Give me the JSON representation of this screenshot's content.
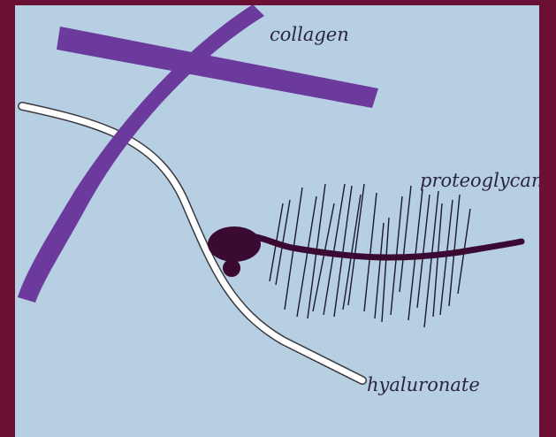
{
  "diagram": {
    "labels": {
      "collagen": "collagen",
      "proteoglycan": "proteoglycan",
      "hyaluronate": "hyaluronate"
    },
    "colors": {
      "background": "#b7cfe2",
      "border": "#6a1035",
      "collagen": "#6b3a9c",
      "proteoglycan_core": "#3a0a32",
      "hyaluronate_fill": "#ffffff",
      "bristle": "#1a1a2a"
    }
  }
}
